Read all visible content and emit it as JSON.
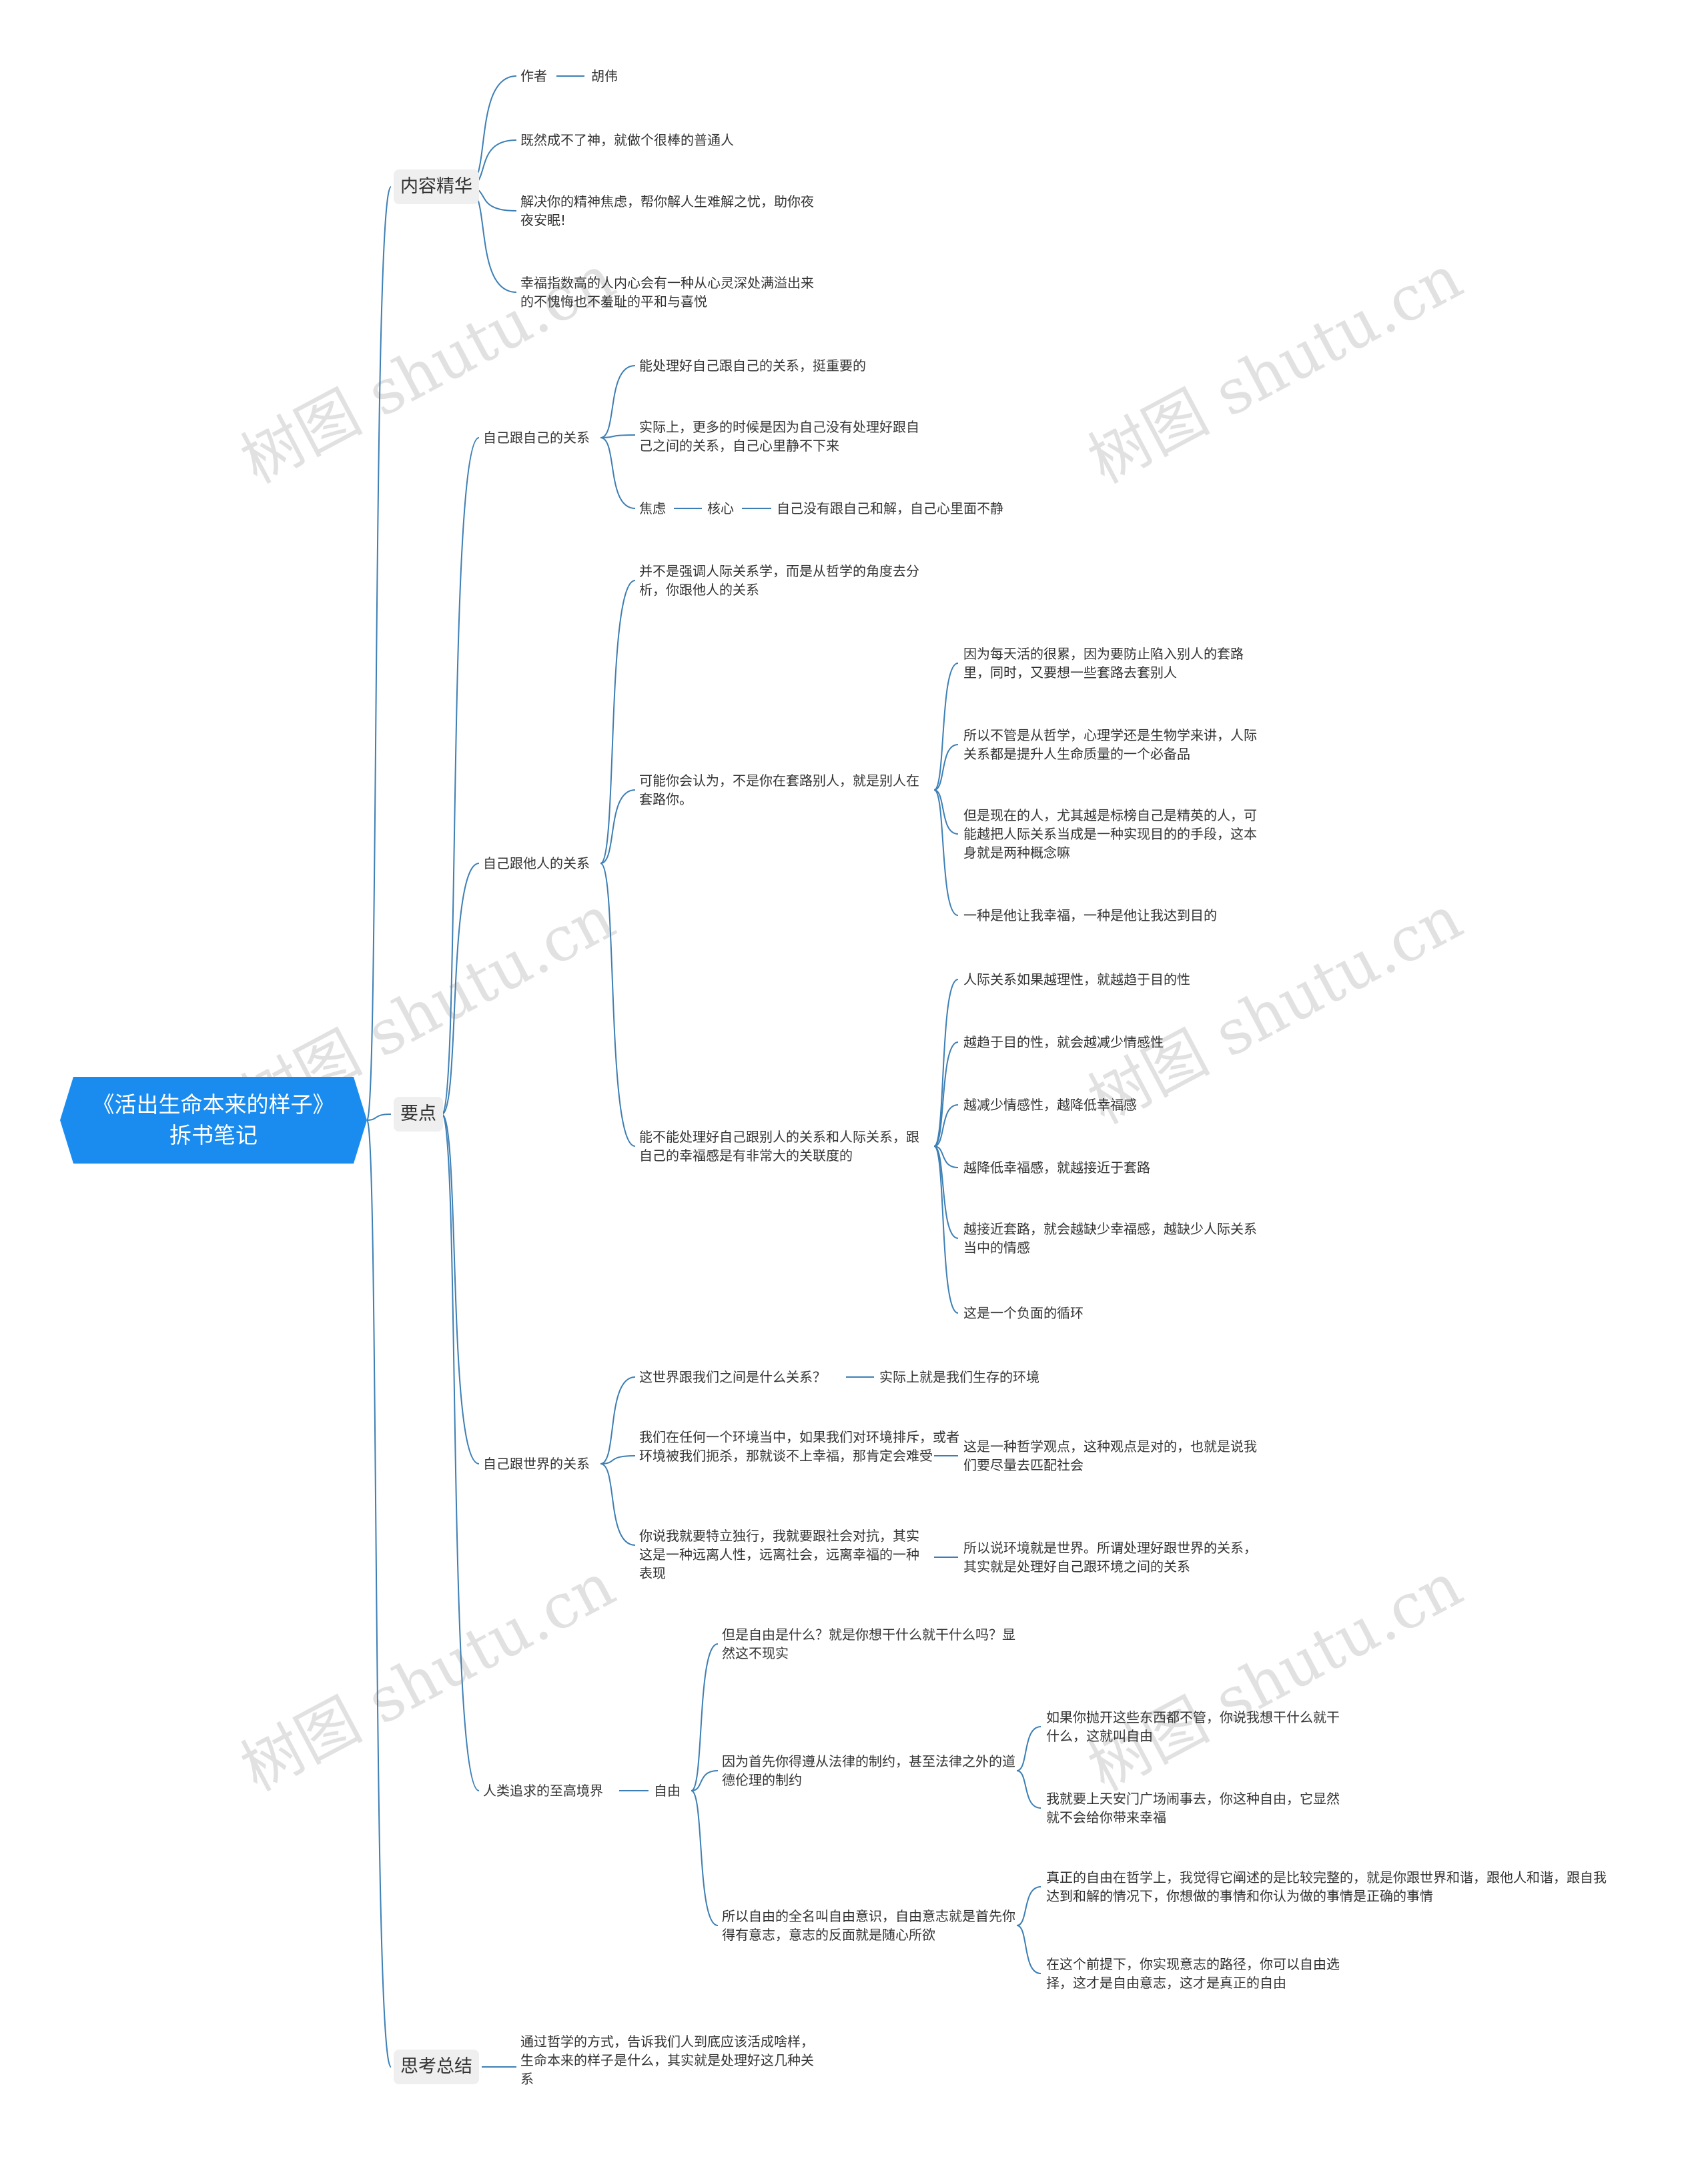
{
  "colors": {
    "root_bg": "#1a8cf0",
    "line": "#3d7fb4",
    "topic_bg": "#efefef",
    "watermark": "#999999"
  },
  "root": {
    "line1": "《活出生命本来的样子》",
    "line2": "拆书笔记"
  },
  "watermark": "树图 shutu.cn",
  "topics": {
    "essence": "内容精华",
    "points": "要点",
    "summary": "思考总结"
  },
  "essence": {
    "author_label": "作者",
    "author": "胡伟",
    "n2": "既然成不了神，就做个很棒的普通人",
    "n3": "解决你的精神焦虑，帮你解人生难解之忧，助你夜夜安眠!",
    "n4": "幸福指数高的人内心会有一种从心灵深处满溢出来的不愧悔也不羞耻的平和与喜悦"
  },
  "self": {
    "label": "自己跟自己的关系",
    "c1": "能处理好自己跟自己的关系，挺重要的",
    "c2": "实际上，更多的时候是因为自己没有处理好跟自己之间的关系，自己心里静不下来",
    "c3": "焦虑",
    "c3_core": "核心",
    "c3_detail": "自己没有跟自己和解，自己心里面不静"
  },
  "others": {
    "label": "自己跟他人的关系",
    "a": "并不是强调人际关系学，而是从哲学的角度去分析，你跟他人的关系",
    "b": "可能你会认为，不是你在套路别人，就是别人在套路你。",
    "b1": "因为每天活的很累，因为要防止陷入别人的套路里，同时，又要想一些套路去套别人",
    "b2": "所以不管是从哲学，心理学还是生物学来讲，人际关系都是提升人生命质量的一个必备品",
    "b3": "但是现在的人，尤其越是标榜自己是精英的人，可能越把人际关系当成是一种实现目的的手段，这本身就是两种概念嘛",
    "b4": "一种是他让我幸福，一种是他让我达到目的",
    "c": "能不能处理好自己跟别人的关系和人际关系，跟自己的幸福感是有非常大的关联度的",
    "c1": "人际关系如果越理性，就越趋于目的性",
    "c2": "越趋于目的性，就会越减少情感性",
    "c3": "越减少情感性，越降低幸福感",
    "c4": "越降低幸福感，就越接近于套路",
    "c5": "越接近套路，就会越缺少幸福感，越缺少人际关系当中的情感",
    "c6": "这是一个负面的循环"
  },
  "world": {
    "label": "自己跟世界的关系",
    "a": "这世界跟我们之间是什么关系？",
    "a1": "实际上就是我们生存的环境",
    "b": "我们在任何一个环境当中，如果我们对环境排斥，或者环境被我们扼杀，那就谈不上幸福，那肯定会难受",
    "b1": "这是一种哲学观点，这种观点是对的，也就是说我们要尽量去匹配社会",
    "c": "你说我就要特立独行，我就要跟社会对抗，其实这是一种远离人性，远离社会，远离幸福的一种表现",
    "c1": "所以说环境就是世界。所谓处理好跟世界的关系，其实就是处理好自己跟环境之间的关系"
  },
  "realm": {
    "label": "人类追求的至高境界",
    "freedom": "自由",
    "a": "但是自由是什么？就是你想干什么就干什么吗？显然这不现实",
    "b": "因为首先你得遵从法律的制约，甚至法律之外的道德伦理的制约",
    "b1": "如果你抛开这些东西都不管，你说我想干什么就干什么，这就叫自由",
    "b2": "我就要上天安门广场闹事去，你这种自由，它显然就不会给你带来幸福",
    "c": "所以自由的全名叫自由意识，自由意志就是首先你得有意志，意志的反面就是随心所欲",
    "c1": "真正的自由在哲学上，我觉得它阐述的是比较完整的，就是你跟世界和谐，跟他人和谐，跟自我达到和解的情况下，你想做的事情和你认为做的事情是正确的事情",
    "c2": "在这个前提下，你实现意志的路径，你可以自由选择，这才是自由意志，这才是真正的自由"
  },
  "summary": {
    "text": "通过哲学的方式，告诉我们人到底应该活成啥样，生命本来的样子是什么，其实就是处理好这几种关系"
  }
}
